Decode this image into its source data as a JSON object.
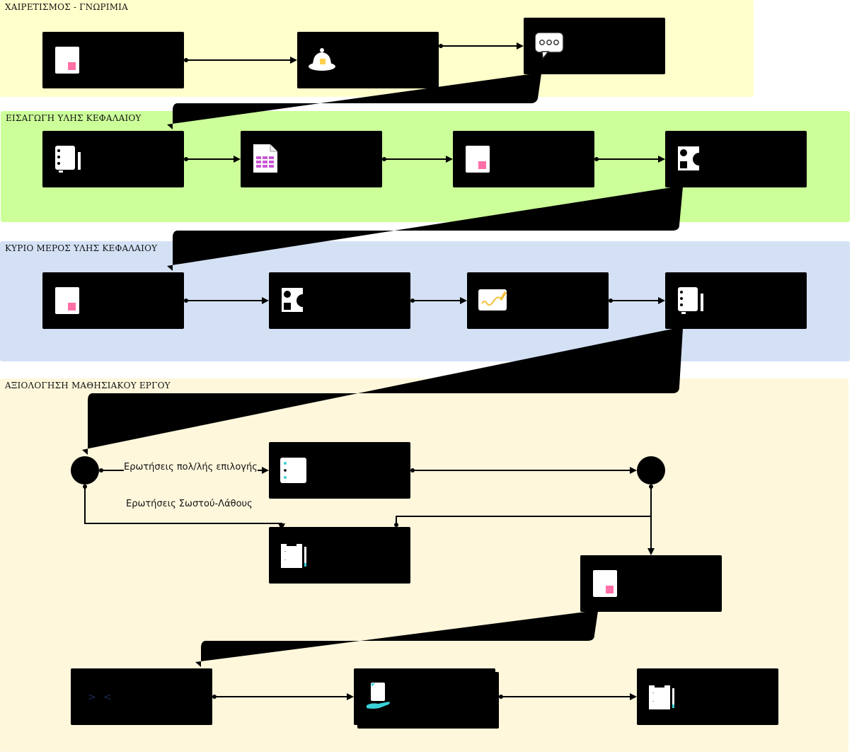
{
  "lanes": [
    {
      "title": "ΧΑΙΡΕΤΙΣΜΟΣ - ΓΝΩΡΙΜΙΑ",
      "color": "#ffffcc"
    },
    {
      "title": "ΕΙΣΑΓΩΓΗ ΥΛΗΣ ΚΕΦΑΛΑΙΟΥ",
      "color": "#ccff99"
    },
    {
      "title": "ΚΥΡΙΟ ΜΕΡΟΣ ΥΛΗΣ ΚΕΦΑΛΑΙΟΥ",
      "color": "#d4e1f5"
    },
    {
      "title": "ΑΞΙΟΛΟΓΗΣΗ ΜΑΘΗΣΙΑΚΟΥ ΕΡΓΟΥ",
      "color": "#fff7dc"
    }
  ],
  "branch_labels": {
    "multiple_choice": "Ερωτήσεις πολ/λής επιλογής",
    "true_false": "Ερωτήσεις Σωστού-Λάθους"
  },
  "icons": {
    "lane1": [
      "document-icon",
      "bell-icon",
      "chat-bubble-icon"
    ],
    "lane2": [
      "notebook-icon",
      "spreadsheet-icon",
      "document-icon",
      "shapes-icon"
    ],
    "lane3": [
      "document-icon",
      "shapes-icon",
      "drawing-icon",
      "notebook-icon"
    ],
    "lane4": [
      "checklist-icon",
      "clipboard-icon",
      "document-icon",
      "chevrons-icon",
      "hand-document-icon",
      "clipboard-icon"
    ]
  },
  "colors": {
    "node": "#000000",
    "document_accent": "#ff6fa8",
    "bell_accent": "#ffd04d",
    "grid_accent": "#c957d6",
    "check_accent": "#3ad0d8",
    "pen_accent": "#f2c13a"
  }
}
